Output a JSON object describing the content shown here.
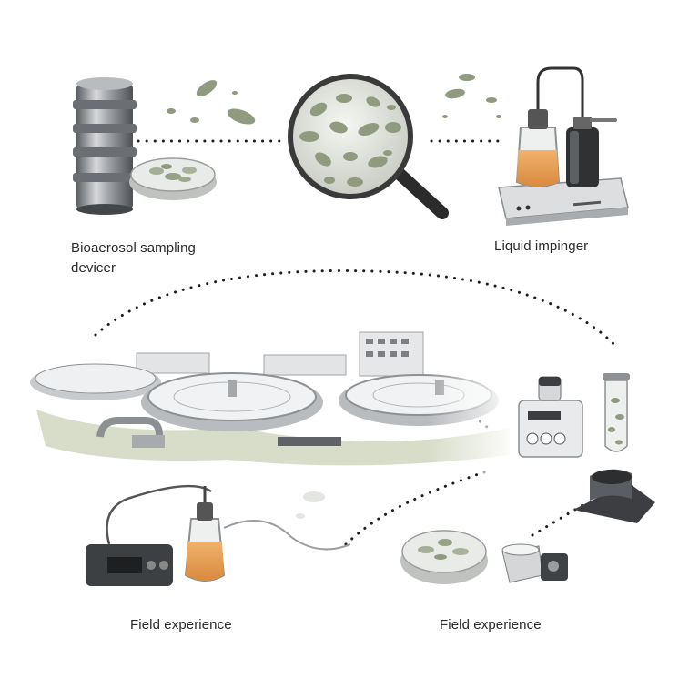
{
  "labels": {
    "sampler_line1": "Bioaerosol sampling",
    "sampler_line2": "devicer",
    "impinger": "Liquid impinger",
    "field_left": "Field experience",
    "field_right": "Field experience"
  },
  "icons": {
    "sampler": "bioaerosol-sampler-icon",
    "magnifier": "magnifying-glass-icon",
    "impinger": "liquid-impinger-icon",
    "plant": "wastewater-treatment-plant-illustration",
    "pump": "air-pump-icon",
    "petri": "petri-dish-icon"
  },
  "colors": {
    "metal_dark": "#5f6266",
    "metal_light": "#d9dbdd",
    "liquid": "#e8a25a",
    "microbe": "#8f9a7e",
    "dots": "#1e1e1e"
  }
}
